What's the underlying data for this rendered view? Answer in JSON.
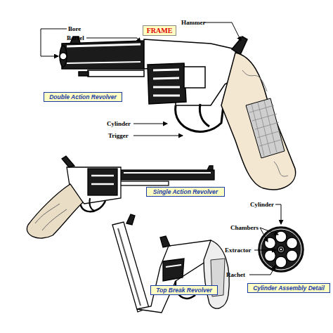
{
  "diagram": {
    "nodes": [
      {
        "text": [
          "FRAME"
        ]
      },
      {
        "text": [
          "Double Action Revolver"
        ]
      },
      {
        "text": [
          "Single Action Revolver"
        ]
      },
      {
        "text": [
          "Top Break Revolver"
        ]
      },
      {
        "text": [
          "Cylinder Assembly Detail"
        ]
      }
    ],
    "labels": [
      "Bore",
      "Barrel",
      "Hammer",
      "Cylinder",
      "Trigger",
      "Cylinder",
      "Chambers",
      "Extractor",
      "Rachet"
    ]
  }
}
